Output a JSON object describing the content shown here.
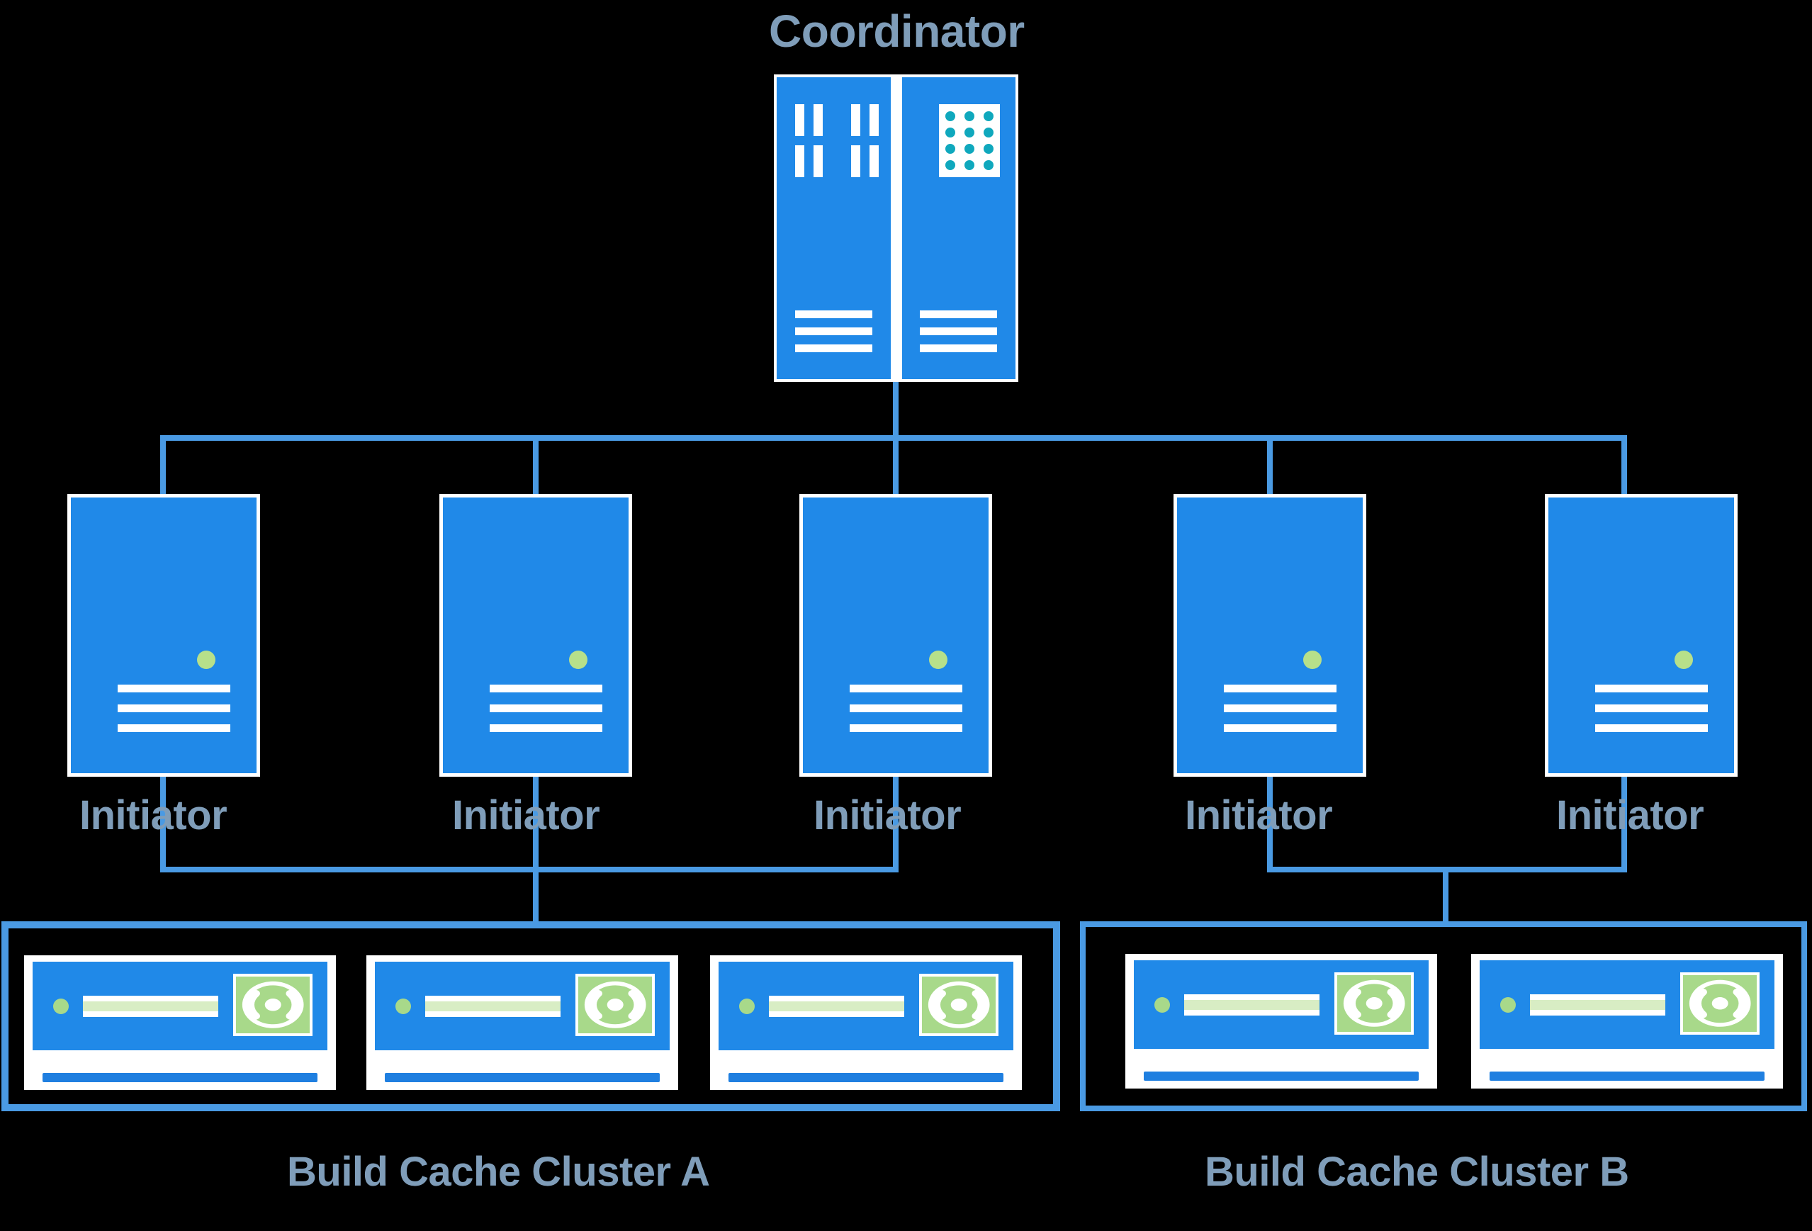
{
  "diagram": {
    "title": "Coordinator",
    "background_color": "#000000",
    "accent_blue": "#2089e8",
    "line_blue": "#4a9ae3",
    "text_color": "#7f9db9",
    "green_accent": "#b7e08a",
    "teal_accent": "#0fa8bd"
  },
  "coordinator": {
    "label": "Coordinator",
    "icon": "server-rack-icon",
    "panels": [
      {
        "name": "left-panel",
        "glyph": "vertical-bars-icon",
        "bar_rows": 2,
        "bar_columns": 4,
        "bottom_lines": 3
      },
      {
        "name": "right-panel",
        "glyph": "dot-grid-icon",
        "dot_columns": 3,
        "dot_rows": 4,
        "bottom_lines": 3
      }
    ]
  },
  "initiators": [
    {
      "id": "initiator-1",
      "label": "Initiator",
      "cluster": "A"
    },
    {
      "id": "initiator-2",
      "label": "Initiator",
      "cluster": "A"
    },
    {
      "id": "initiator-3",
      "label": "Initiator",
      "cluster": "A"
    },
    {
      "id": "initiator-4",
      "label": "Initiator",
      "cluster": "B"
    },
    {
      "id": "initiator-5",
      "label": "Initiator",
      "cluster": "B"
    }
  ],
  "clusters": [
    {
      "id": "cluster-a",
      "label": "Build Cache Cluster A",
      "node_count": 3,
      "nodes": [
        {
          "id": "cache-node-a1",
          "icon": "cache-server-icon"
        },
        {
          "id": "cache-node-a2",
          "icon": "cache-server-icon"
        },
        {
          "id": "cache-node-a3",
          "icon": "cache-server-icon"
        }
      ]
    },
    {
      "id": "cluster-b",
      "label": "Build Cache Cluster B",
      "node_count": 2,
      "nodes": [
        {
          "id": "cache-node-b1",
          "icon": "cache-server-icon"
        },
        {
          "id": "cache-node-b2",
          "icon": "cache-server-icon"
        }
      ]
    }
  ]
}
